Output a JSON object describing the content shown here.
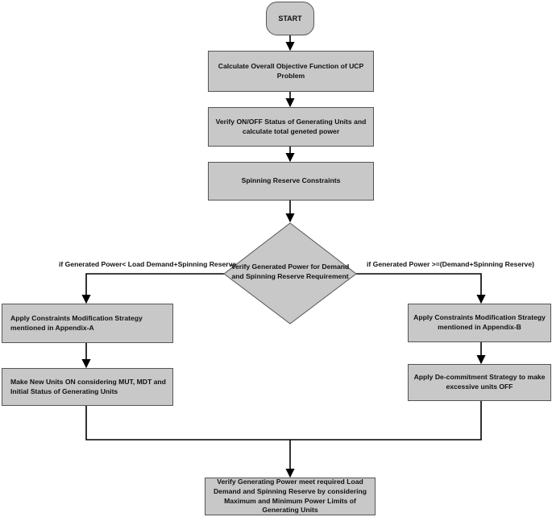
{
  "flowchart": {
    "start": "START",
    "step_objective": "Calculate Overall Objective Function of UCP Problem",
    "step_verify_status": "Verify ON/OFF Status of Generating Units and calculate total geneted power",
    "step_spinning": "Spinning Reserve Constraints",
    "decision": "Verify Generated Power for Demand and Spinning Reserve Requirement",
    "branch_left_condition": "if Generated Power< Load Demand+Spinning Reserve",
    "branch_right_condition": "if Generated Power >=(Demand+Spinning Reserve)",
    "left_step_1": "Apply Constraints Modification Strategy mentioned in Appendix-A",
    "left_step_2": "Make New Units ON considering MUT, MDT and  Initial Status of Generating Units",
    "right_step_1": "Apply Constraints Modification Strategy mentioned in Appendix-B",
    "right_step_2": "Apply De-commitment Strategy to make excessive units OFF",
    "final_step": "Verify Generating Power meet required Load Demand and Spinning Reserve by considering Maximum and Minimum Power Limits of Generating Units"
  }
}
